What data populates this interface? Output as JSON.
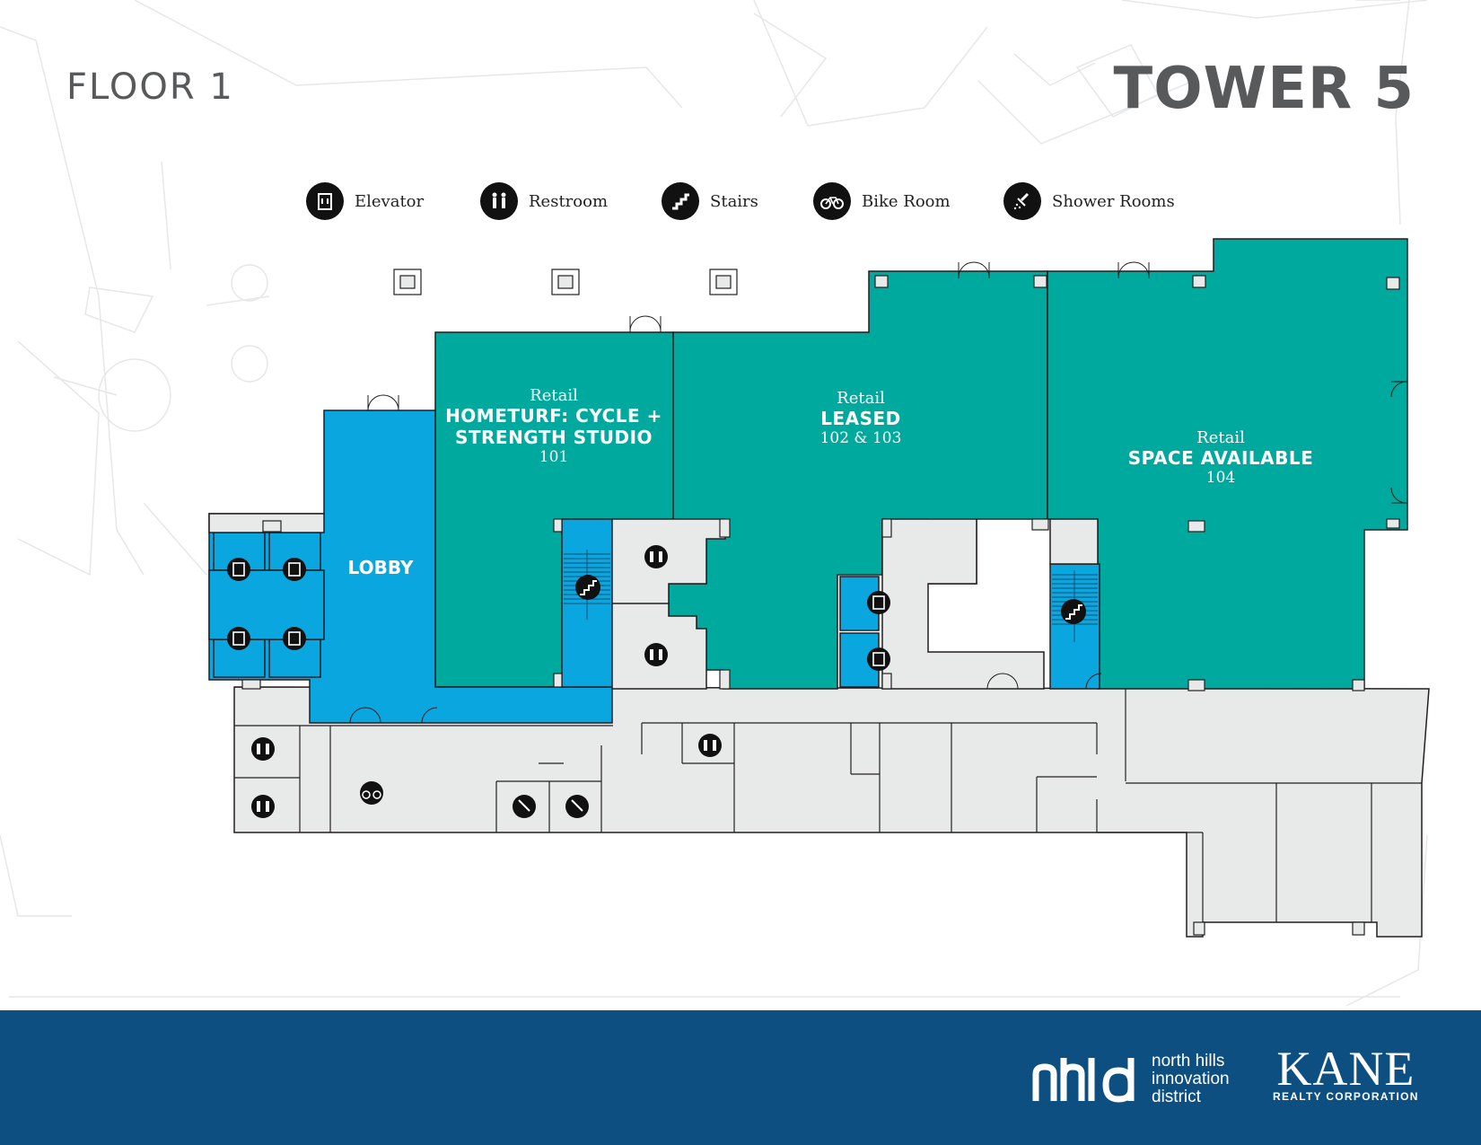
{
  "header": {
    "floor": "FLOOR 1",
    "tower": "TOWER 5"
  },
  "legend": [
    {
      "icon": "elevator-icon",
      "label": "Elevator"
    },
    {
      "icon": "restroom-icon",
      "label": "Restroom"
    },
    {
      "icon": "stairs-icon",
      "label": "Stairs"
    },
    {
      "icon": "bike-icon",
      "label": "Bike Room"
    },
    {
      "icon": "shower-icon",
      "label": "Shower Rooms"
    }
  ],
  "spaces": {
    "lobby": "LOBBY",
    "suite_101": {
      "use": "Retail",
      "tenant_line1": "HOMETURF: CYCLE +",
      "tenant_line2": "STRENGTH STUDIO",
      "number": "101"
    },
    "suite_102_103": {
      "use": "Retail",
      "tenant": "LEASED",
      "number": "102 & 103"
    },
    "suite_104": {
      "use": "Retail",
      "tenant": "SPACE AVAILABLE",
      "number": "104"
    }
  },
  "colors": {
    "retail": "#00a99d",
    "core": "#0aa6df",
    "service": "#e8e9e9",
    "footer": "#0e4f82",
    "text_gray": "#58595b"
  },
  "footer": {
    "nhid_lines": [
      "north hills",
      "innovation",
      "district"
    ],
    "kane_name": "KANE",
    "kane_sub": "REALTY CORPORATION"
  }
}
